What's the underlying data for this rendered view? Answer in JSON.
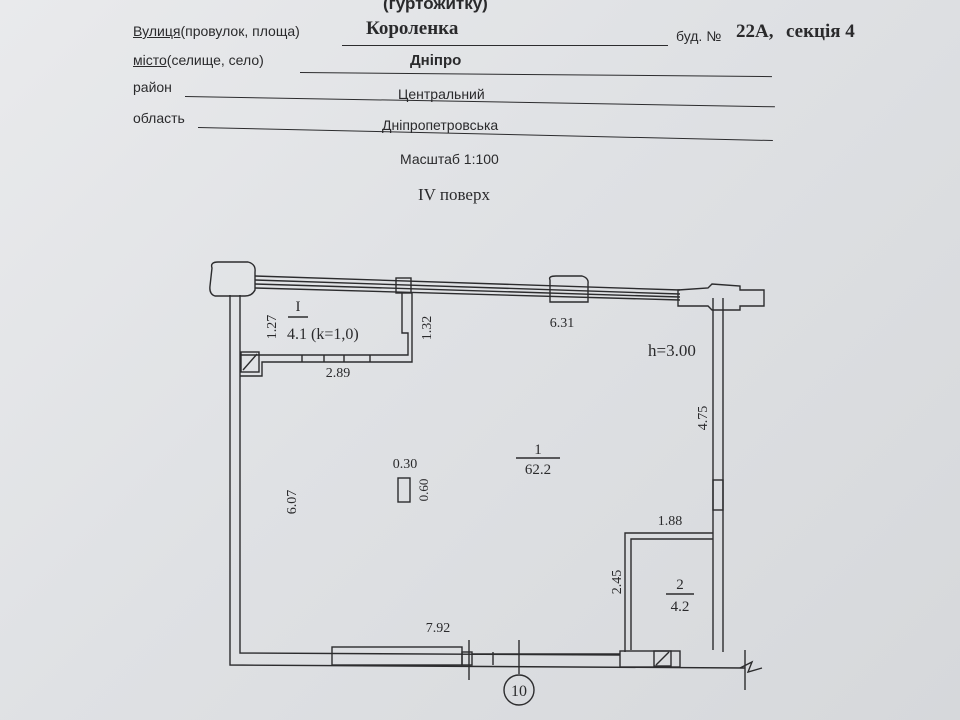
{
  "header": {
    "title_fragment": "(гуртожитку)",
    "street_label": "Вулиця",
    "street_label_suffix": "(провулок, площа)",
    "street_value": "Короленка",
    "building_label": "буд. №",
    "building_value": "22А,",
    "section_value": "секція 4",
    "city_label": "місто",
    "city_label_suffix": "(селище, село)",
    "city_value": "Дніпро",
    "district_label": "район",
    "district_value": "Центральний",
    "region_label": "область",
    "region_value": "Дніпропетровська",
    "scale": "Масштаб 1:100",
    "floor": "IV поверх"
  },
  "plan": {
    "room_I_number": "I",
    "room_I_area": "4.1 (k=1,0)",
    "room_1_number": "1",
    "room_1_area": "62.2",
    "room_2_number": "2",
    "room_2_area": "4.2",
    "ceiling_height": "h=3.00",
    "dimensions": {
      "d127": "1.27",
      "d132": "1.32",
      "d289": "2.89",
      "d631": "6.31",
      "d475": "4.75",
      "d607": "6.07",
      "d030": "0.30",
      "d060": "0.60",
      "d188": "1.88",
      "d245": "2.45",
      "d792": "7.92"
    },
    "axis_marker": "10"
  }
}
